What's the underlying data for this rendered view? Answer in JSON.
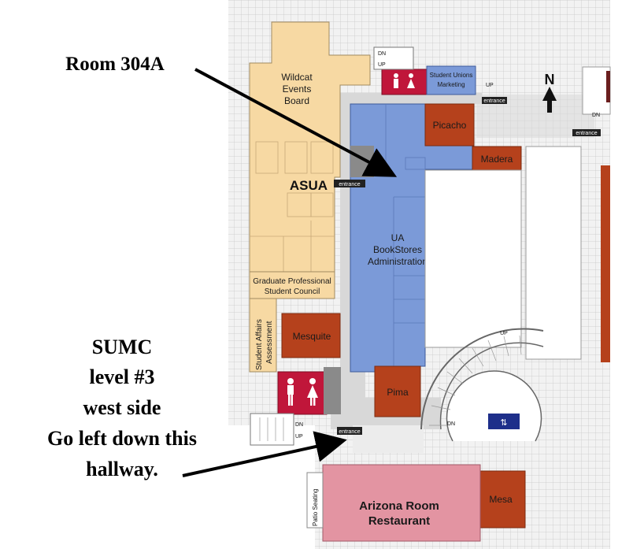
{
  "annotations": {
    "room_label": "Room 304A",
    "location_lines": [
      "SUMC",
      "level #3",
      "west side",
      "Go left down this",
      "hallway."
    ]
  },
  "rooms": {
    "wildcat": [
      "Wildcat",
      "Events",
      "Board"
    ],
    "asua": "ASUA",
    "graduate": [
      "Graduate Professional",
      "Student Council"
    ],
    "student_affairs": [
      "Student Affairs",
      "Assessment"
    ],
    "mesquite": "Mesquite",
    "bookstores": [
      "UA",
      "BookStores",
      "Administration"
    ],
    "picacho": "Picacho",
    "madera": "Madera",
    "pima": "Pima",
    "mesa": "Mesa",
    "arizona": [
      "Arizona Room",
      "Restaurant"
    ],
    "marketing": [
      "Student Unions",
      "Marketing"
    ],
    "patio": "Patio Seating"
  },
  "labels": {
    "entrance": "entrance",
    "north": "N",
    "up": "UP",
    "dn": "DN"
  },
  "colors": {
    "wildcat": "#f7d9a3",
    "bookstores": "#7b9ad8",
    "red_room": "#b5411c",
    "restroom": "#c0163a",
    "arizona": "#e394a2",
    "elevator": "#1e2f8a",
    "hall": "#d8d8d8"
  }
}
